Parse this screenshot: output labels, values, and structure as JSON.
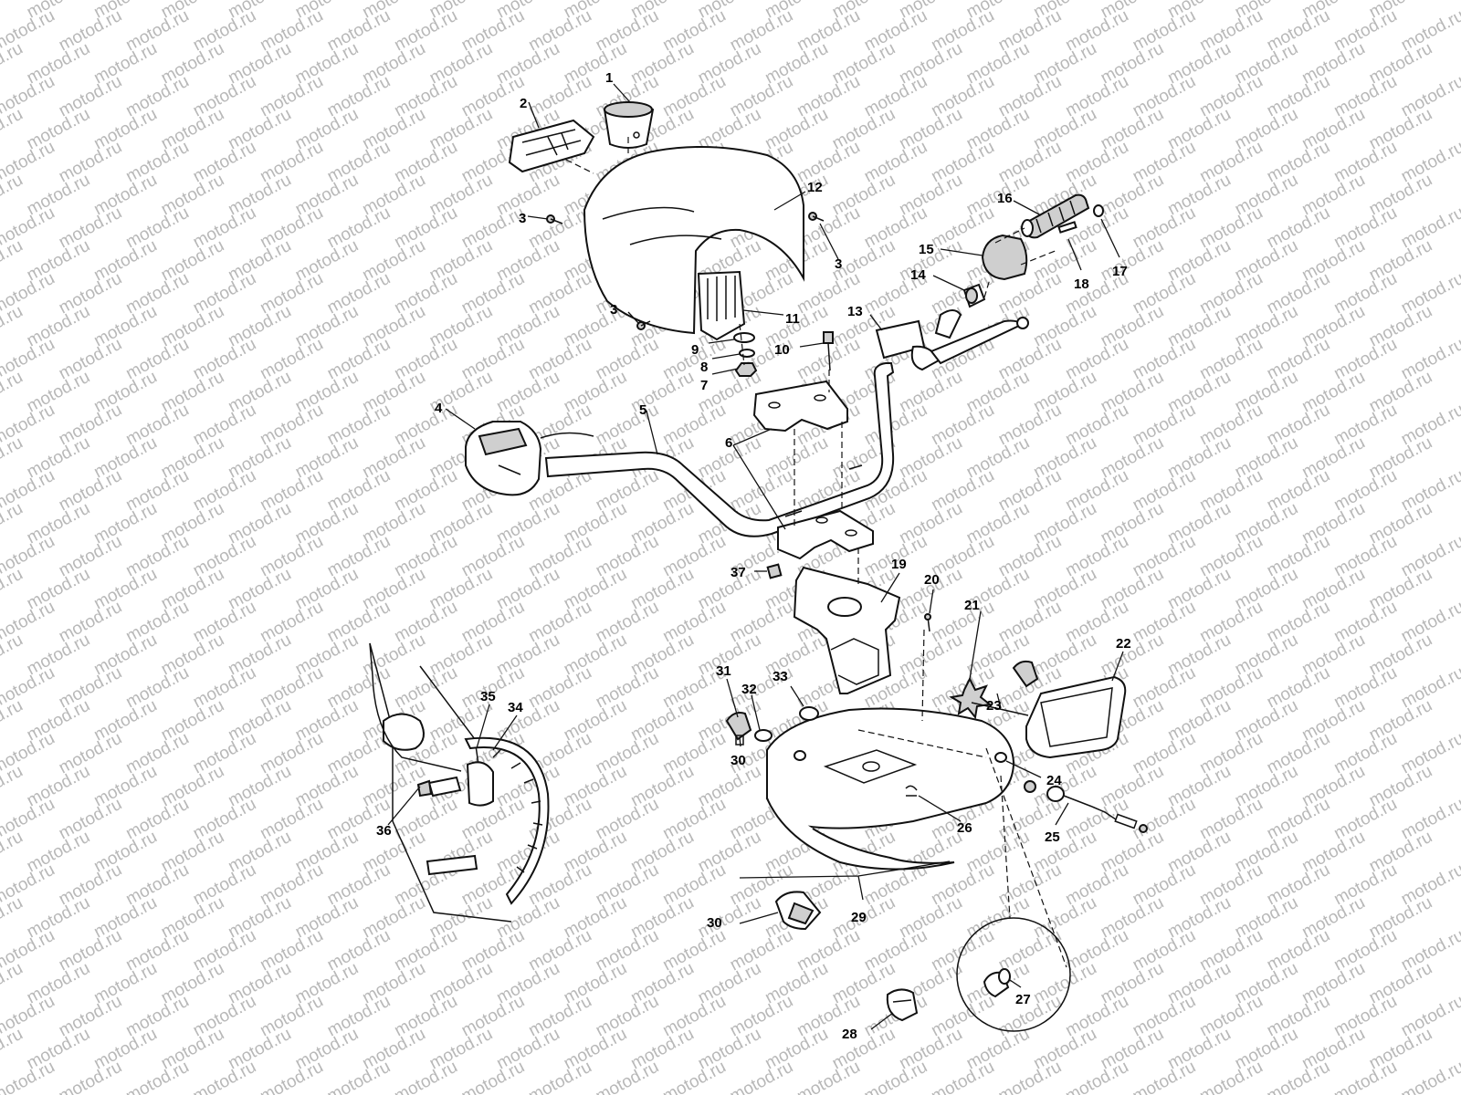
{
  "watermark": {
    "text": "motod.ru"
  },
  "callouts": [
    {
      "label": "1"
    },
    {
      "label": "2"
    },
    {
      "label": "3"
    },
    {
      "label": "3"
    },
    {
      "label": "3"
    },
    {
      "label": "4"
    },
    {
      "label": "5"
    },
    {
      "label": "6"
    },
    {
      "label": "7"
    },
    {
      "label": "8"
    },
    {
      "label": "9"
    },
    {
      "label": "10"
    },
    {
      "label": "11"
    },
    {
      "label": "12"
    },
    {
      "label": "13"
    },
    {
      "label": "14"
    },
    {
      "label": "15"
    },
    {
      "label": "16"
    },
    {
      "label": "17"
    },
    {
      "label": "18"
    },
    {
      "label": "19"
    },
    {
      "label": "20"
    },
    {
      "label": "21"
    },
    {
      "label": "22"
    },
    {
      "label": "23"
    },
    {
      "label": "24"
    },
    {
      "label": "25"
    },
    {
      "label": "26"
    },
    {
      "label": "27"
    },
    {
      "label": "28"
    },
    {
      "label": "29"
    },
    {
      "label": "30"
    },
    {
      "label": "30"
    },
    {
      "label": "31"
    },
    {
      "label": "32"
    },
    {
      "label": "33"
    },
    {
      "label": "34"
    },
    {
      "label": "35"
    },
    {
      "label": "36"
    },
    {
      "label": "37"
    }
  ]
}
